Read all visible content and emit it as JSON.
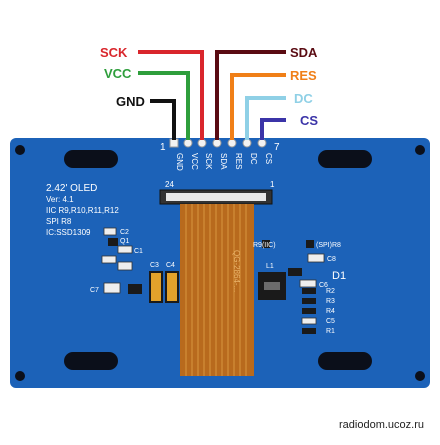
{
  "wires": [
    {
      "id": "sck",
      "label": "SCK",
      "color": "#d9262c"
    },
    {
      "id": "vcc",
      "label": "VCC",
      "color": "#2e9e3c"
    },
    {
      "id": "gnd",
      "label": "GND",
      "color": "#111111"
    },
    {
      "id": "sda",
      "label": "SDA",
      "color": "#5a0b12"
    },
    {
      "id": "res",
      "label": "RES",
      "color": "#f07f17"
    },
    {
      "id": "dc",
      "label": "DC",
      "color": "#8fd0e6"
    },
    {
      "id": "cs",
      "label": "CS",
      "color": "#3b34a8"
    }
  ],
  "board": {
    "color": "#1c62b8",
    "pin_first": "1",
    "pin_last": "7",
    "pins": [
      "GND",
      "VCC",
      "SCK",
      "SDA",
      "RES",
      "DC",
      "CS"
    ],
    "fpc_left": "24",
    "fpc_right": "1",
    "silk": {
      "title": "2.42' OLED",
      "ver": "Ver: 4.1",
      "iic": "IIC  R9,R10,R11,R12",
      "spi": "SPI  R8",
      "ic": "IC:SSD1309",
      "c2": "C2",
      "q1": "Q1",
      "c1": "C1",
      "c3": "C3",
      "c4": "C4",
      "c7": "C7",
      "r9iic": "R9(IIC)",
      "spir8": "(SPI)R8",
      "c8": "C8",
      "l1": "L1",
      "d1": "D1",
      "c6": "C6",
      "r2": "R2",
      "r3": "R3",
      "r4": "R4",
      "c5": "C5",
      "r1": "R1",
      "ribbon": "QG-2864-..."
    }
  },
  "watermark": "radiodom.ucoz.ru"
}
